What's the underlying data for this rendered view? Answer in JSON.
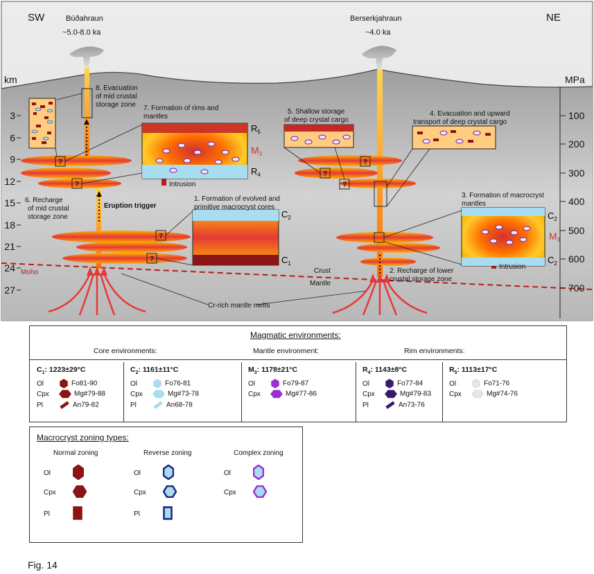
{
  "diagram": {
    "sw_label": "SW",
    "ne_label": "NE",
    "left_volcano": {
      "name": "Búðahraun",
      "age": "~5.0-8.0 ka"
    },
    "right_volcano": {
      "name": "Berserkjahraun",
      "age": "~4.0 ka"
    },
    "depth_axis": {
      "unit": "km",
      "ticks": [
        "3",
        "6",
        "9",
        "12",
        "15",
        "18",
        "21",
        "24",
        "27"
      ]
    },
    "pressure_axis": {
      "unit": "MPa",
      "ticks": [
        "100",
        "200",
        "300",
        "400",
        "500",
        "600",
        "700"
      ]
    },
    "labels": {
      "step1_a": "1. Formation of evolved and",
      "step1_b": "primitive macrocryst cores",
      "step2_a": "2. Recharge of lower",
      "step2_b": "crustal storage zone",
      "step3_a": "3. Formation of macrocryst",
      "step3_b": "mantles",
      "step4_a": "4. Evacuation and upward",
      "step4_b": "transport of deep crystal cargo",
      "step5_a": "5. Shallow storage",
      "step5_b": "of deep crystal cargo",
      "step6_a": "6. Recharge",
      "step6_b": "of mid crustal",
      "step6_c": "storage zone",
      "step7_a": "7. Formation of rims and",
      "step7_b": "mantles",
      "step8_a": "8. Evacuation",
      "step8_b": "of mid crustal",
      "step8_c": "storage zone",
      "eruption_trigger": "Eruption trigger",
      "intrusion": "Intrusion",
      "moho": "Moho",
      "crust": "Crust",
      "mantle": "Mantle",
      "cr_rich": "Cr-rich mantle melts",
      "question": "?",
      "C1": "C",
      "C1_sub": "1",
      "C2": "C",
      "C2_sub": "2",
      "M3": "M",
      "M3_sub": "3",
      "R4": "R",
      "R4_sub": "4",
      "R5": "R",
      "R5_sub": "5"
    }
  },
  "legend": {
    "title": "Magmatic environments:",
    "core_env": "Core environments:",
    "mantle_env": "Mantle environment:",
    "rim_env": "Rim environments:",
    "columns": [
      {
        "id": "C",
        "sub": "1",
        "temp": ": 1223±29°C",
        "color": "#8b1414",
        "rows": [
          {
            "m": "Ol",
            "v": "Fo81-90",
            "shape": "ol"
          },
          {
            "m": "Cpx",
            "v": "Mg#79-88",
            "shape": "cpx"
          },
          {
            "m": "Pl",
            "v": "An79-82",
            "shape": "pl"
          }
        ]
      },
      {
        "id": "C",
        "sub": "2",
        "temp": ": 1161±11°C",
        "color": "#a8dcf0",
        "rows": [
          {
            "m": "Ol",
            "v": "Fo76-81",
            "shape": "ol"
          },
          {
            "m": "Cpx",
            "v": "Mg#73-78",
            "shape": "cpx"
          },
          {
            "m": "Pl",
            "v": "An68-78",
            "shape": "pl"
          }
        ]
      },
      {
        "id": "M",
        "sub": "3",
        "temp": ": 1178±21°C",
        "color": "#9a2fd6",
        "rows": [
          {
            "m": "Ol",
            "v": "Fo79-87",
            "shape": "ol"
          },
          {
            "m": "Cpx",
            "v": "Mg#77-86",
            "shape": "cpx"
          }
        ]
      },
      {
        "id": "R",
        "sub": "4",
        "temp": ": 1143±8°C",
        "color": "#3a1a6e",
        "rows": [
          {
            "m": "Ol",
            "v": "Fo77-84",
            "shape": "ol"
          },
          {
            "m": "Cpx",
            "v": "Mg#79-83",
            "shape": "cpx"
          },
          {
            "m": "Pl",
            "v": "An73-76",
            "shape": "pl"
          }
        ]
      },
      {
        "id": "R",
        "sub": "5",
        "temp": ": 1113±17°C",
        "color": "#e6e6e6",
        "rows": [
          {
            "m": "Ol",
            "v": "Fo71-76",
            "shape": "ol"
          },
          {
            "m": "Cpx",
            "v": "Mg#74-76",
            "shape": "cpx"
          }
        ]
      }
    ]
  },
  "zoning": {
    "title": "Macrocryst zoning types:",
    "types": [
      {
        "name": "Normal zoning",
        "outer": "#8b1414",
        "inner": "#8b1414",
        "rows": [
          "Ol",
          "Cpx",
          "Pl"
        ]
      },
      {
        "name": "Reverse zoning",
        "outer": "#1a237e",
        "inner": "#a8dcf0",
        "rows": [
          "Ol",
          "Cpx",
          "Pl"
        ]
      },
      {
        "name": "Complex zoning",
        "outer": "#9a2fd6",
        "inner": "#a8dcf0",
        "rows": [
          "Ol",
          "Cpx"
        ]
      }
    ]
  },
  "figure_label": "Fig. 14"
}
